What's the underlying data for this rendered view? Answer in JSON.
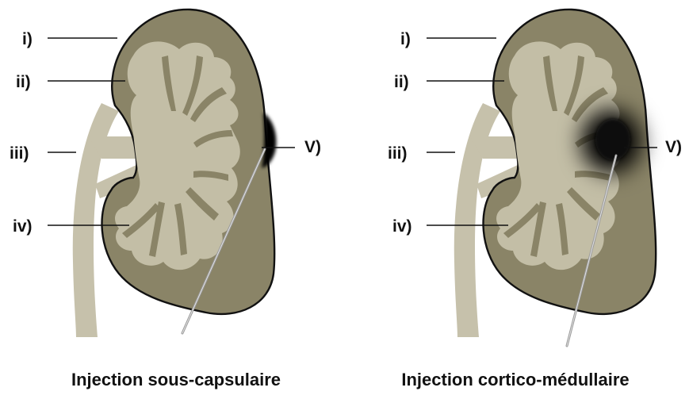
{
  "colors": {
    "cortex": "#8a8467",
    "medulla": "#c3bea6",
    "outline": "#111111",
    "ureter": "#c6c1ab",
    "needle": "#9a9a9a",
    "injection": "#000000"
  },
  "panels": [
    {
      "labels": {
        "i": "i)",
        "ii": "ii)",
        "iii": "iii)",
        "iv": "iv)",
        "v": "V)"
      },
      "caption": "Injection sous-capsulaire",
      "injection_site": "sous-capsulaire"
    },
    {
      "labels": {
        "i": "i)",
        "ii": "ii)",
        "iii": "iii)",
        "iv": "iv)",
        "v": "V)"
      },
      "caption": "Injection cortico-médullaire",
      "injection_site": "cortico-médullaire"
    }
  ]
}
